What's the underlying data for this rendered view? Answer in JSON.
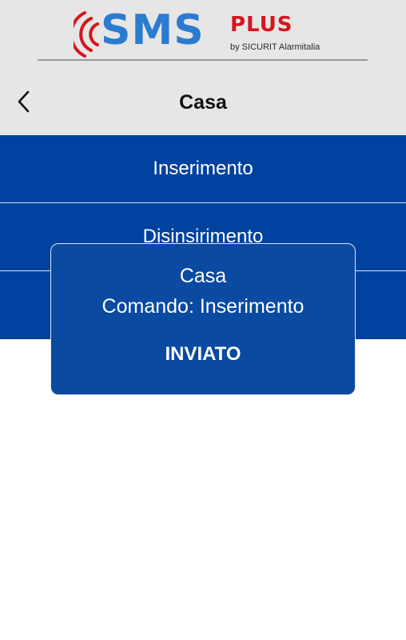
{
  "logo": {
    "brand": "SMS",
    "suffix": "PLUS",
    "byline": "by SICURIT Alarmitalia",
    "colors": {
      "brand_blue": "#2b7bd0",
      "brand_red": "#d7141d"
    }
  },
  "header": {
    "back_icon": "chevron-left-icon",
    "title": "Casa",
    "background": "#e6e6e6"
  },
  "commands": [
    {
      "label": "Inserimento"
    },
    {
      "label": "Disinsirimento"
    },
    {
      "label": ""
    }
  ],
  "toast": {
    "device": "Casa",
    "command_line": "Comando: Inserimento",
    "status": "INVIATO",
    "background": "#0a4aa0"
  },
  "colors": {
    "command_blue": "#0042a0"
  }
}
